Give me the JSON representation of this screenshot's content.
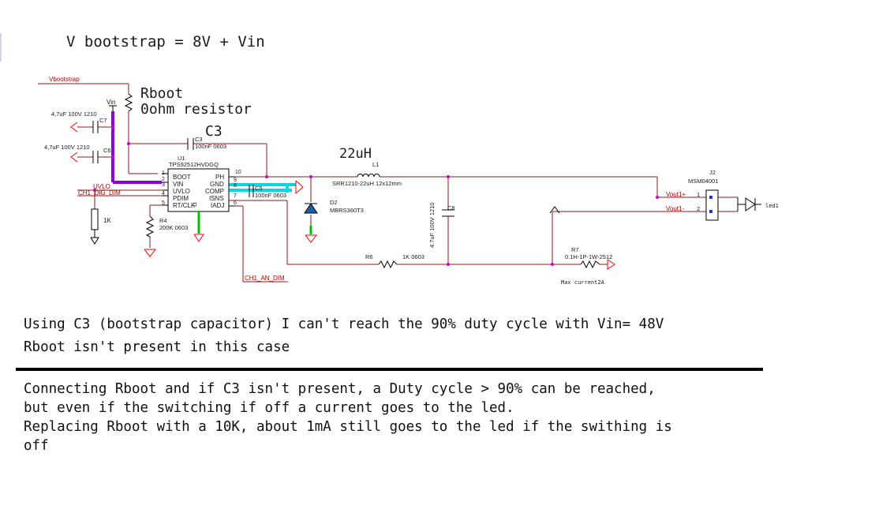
{
  "heading": "V bootstrap = 8V + Vin",
  "annotations": {
    "rboot_name": "Rboot",
    "rboot_desc": "0ohm resistor",
    "c3_label": "C3",
    "inductor_value": "22uH"
  },
  "schematic": {
    "net_vbootstrap": "Vbootstrap",
    "vin": "Vin",
    "c7_value": "4,7uF 100V 1210",
    "c7_ref": "C7",
    "c6_value": "4,7uF 100V 1210",
    "c6_ref": "C6",
    "c3_ref": "C3",
    "c3_value": "100nF 0603",
    "u1_ref": "U1",
    "u1_part": "TPS92512HVDGQ",
    "pin_boot": "BOOT",
    "pin_vin": "VIN",
    "pin_uvlo": "UVLO",
    "pin_pdim": "PDIM",
    "pin_rtclk": "RT/CLK",
    "pin_ph": "PH",
    "pin_gnd": "GND",
    "pin_comp": "COMP",
    "pin_isns": "ISNS",
    "pin_iadj": "IADJ",
    "pin_1": "1",
    "pin_2": "2",
    "pin_3": "3",
    "pin_4": "4",
    "pin_5": "5",
    "pin_6": "6",
    "pin_7": "7",
    "pin_8": "8",
    "pin_9": "9",
    "pin_10": "10",
    "pin_11": "11",
    "net_uvlo": "UVLO",
    "net_ch1_dig_dim": "CH1_DIG_DIM",
    "res_1k": "1K",
    "r4_ref": "R4",
    "r4_value": "200K 0603",
    "c5_ref": "C5",
    "c5_value": "100nF 0603",
    "l1_ref": "L1",
    "l1_value": "SRR1210-22uH 12x12mm",
    "d2_ref": "D2",
    "d2_part": "MBRS360T3",
    "c8_ref": "C8",
    "c8_value": "4.7uF 100V 1210",
    "r6_ref": "R6",
    "r6_value": "1K 0603",
    "net_ch1_an_dim": "CH1_AN_DIM",
    "j2_ref": "J2",
    "j2_part": "MSM04001",
    "net_vout1p": "Vout1+",
    "net_vout1m": "Vout1-",
    "j2_pin1": "1",
    "j2_pin2": "2",
    "led_label": "led1",
    "r7_ref": "R7",
    "r7_value": "0.1H-1P-1W-2512",
    "max_current": "Max current2A"
  },
  "notes": {
    "line1": "Using C3 (bootstrap capacitor) I can't reach the 90% duty cycle with Vin= 48V",
    "line2": "Rboot isn't present in this case",
    "line3": "Connecting Rboot and if C3 isn't present, a Duty cycle > 90% can be reached,",
    "line4": "but even if the switching if off a current goes to the led.",
    "line5": "Replacing Rboot with a 10K, about 1mA still goes to the led if the swithing is",
    "line6": "off"
  },
  "colors": {
    "wire": "#8b1a1a",
    "bootstrap_highlight": "#8b00d6",
    "switch_highlight": "#00d8e6",
    "ground_arrow": "#ff0000",
    "ground_stub": "#00c000",
    "net_label": "#b00000",
    "junction": "#d000d0"
  }
}
